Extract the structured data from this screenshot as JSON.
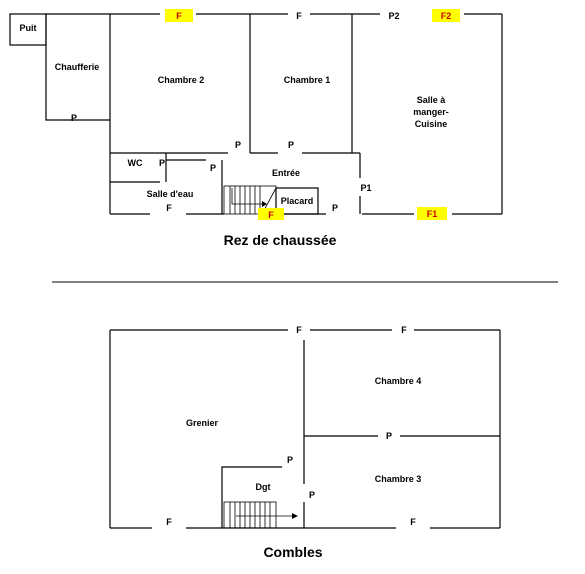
{
  "ground": {
    "title": "Rez de chaussée",
    "rooms": {
      "puit": "Puit",
      "chaufferie": "Chaufferie",
      "chambre2": "Chambre 2",
      "chambre1": "Chambre 1",
      "salle_manger_l1": "Salle à",
      "salle_manger_l2": "manger-",
      "salle_manger_l3": "Cuisine",
      "wc": "WC",
      "salle_eau": "Salle d'eau",
      "entree": "Entrée",
      "placard": "Placard"
    },
    "marks": {
      "f_top_left": "F",
      "f_top_mid": "F",
      "p2": "P2",
      "f2": "F2",
      "p_chaufferie": "P",
      "p_ch2": "P",
      "p_ch1": "P",
      "p_wc": "P",
      "p_sde": "P",
      "p1": "P1",
      "f_sde": "F",
      "f_stairs": "F",
      "p_placard": "P",
      "f1": "F1"
    }
  },
  "attic": {
    "title": "Combles",
    "rooms": {
      "grenier": "Grenier",
      "chambre4": "Chambre 4",
      "chambre3": "Chambre 3",
      "dgt": "Dgt"
    },
    "marks": {
      "f_top_mid": "F",
      "f_top_right": "F",
      "p_ch4": "P",
      "p_dgt_top": "P",
      "p_dgt_side": "P",
      "f_bottom_left": "F",
      "f_bottom_right": "F"
    }
  },
  "colors": {
    "highlight": "#ffff00",
    "highlight_text": "#cc0000",
    "line": "#000000"
  }
}
